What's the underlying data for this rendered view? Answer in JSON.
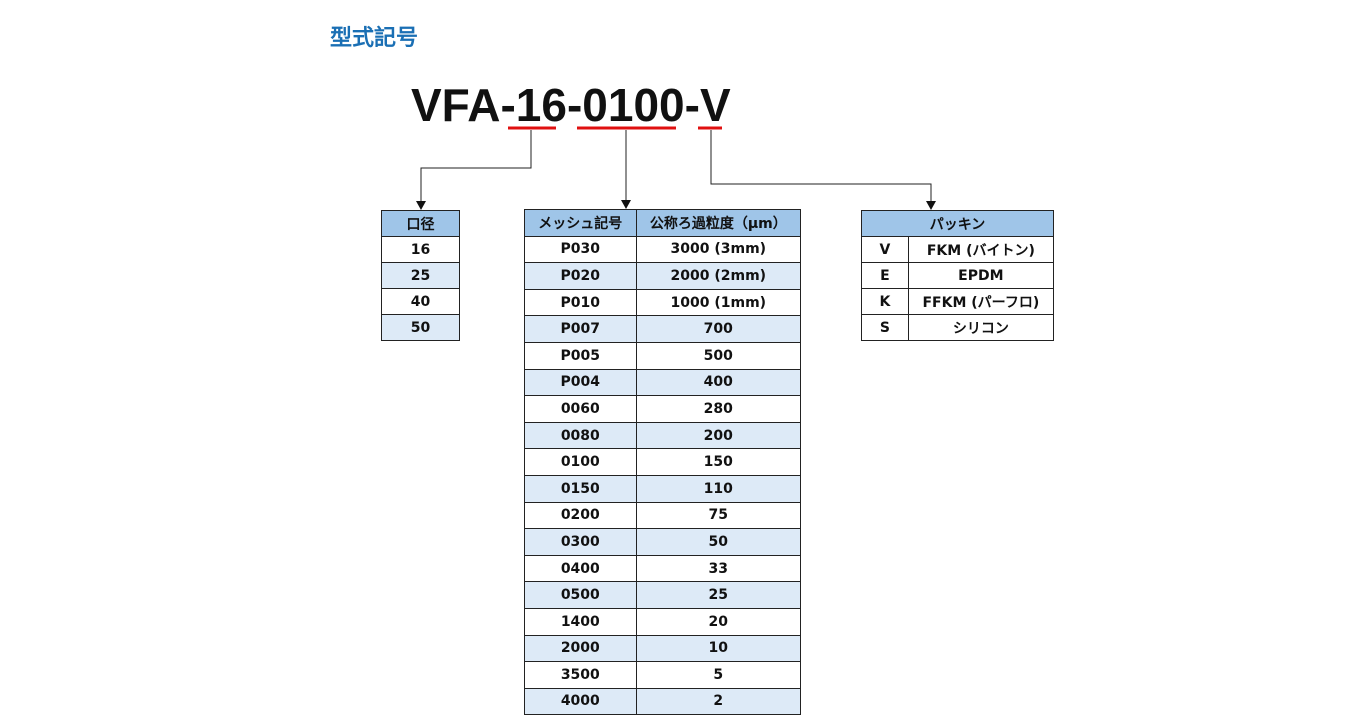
{
  "title": "型式記号",
  "model": {
    "prefix": "VFA-",
    "bore": "16",
    "sep1": "-",
    "mesh": "0100",
    "sep2": "-",
    "seal": "V"
  },
  "colors": {
    "title": "#1a6fb4",
    "underline": "#e01010",
    "header_bg": "#9fc5e8",
    "alt_row_bg": "#ddeaf7"
  },
  "bore_table": {
    "header": "口径",
    "rows": [
      "16",
      "25",
      "40",
      "50"
    ]
  },
  "mesh_table": {
    "headers": [
      "メッシュ記号",
      "公称ろ過粒度（μm）"
    ],
    "rows": [
      [
        "P030",
        "3000 (3mm)"
      ],
      [
        "P020",
        "2000 (2mm)"
      ],
      [
        "P010",
        "1000 (1mm)"
      ],
      [
        "P007",
        "700"
      ],
      [
        "P005",
        "500"
      ],
      [
        "P004",
        "400"
      ],
      [
        "0060",
        "280"
      ],
      [
        "0080",
        "200"
      ],
      [
        "0100",
        "150"
      ],
      [
        "0150",
        "110"
      ],
      [
        "0200",
        "75"
      ],
      [
        "0300",
        "50"
      ],
      [
        "0400",
        "33"
      ],
      [
        "0500",
        "25"
      ],
      [
        "1400",
        "20"
      ],
      [
        "2000",
        "10"
      ],
      [
        "3500",
        "5"
      ],
      [
        "4000",
        "2"
      ]
    ]
  },
  "seal_table": {
    "header": "パッキン",
    "rows": [
      [
        "V",
        "FKM (バイトン)"
      ],
      [
        "E",
        "EPDM"
      ],
      [
        "K",
        "FFKM (パーフロ)"
      ],
      [
        "S",
        "シリコン"
      ]
    ]
  }
}
